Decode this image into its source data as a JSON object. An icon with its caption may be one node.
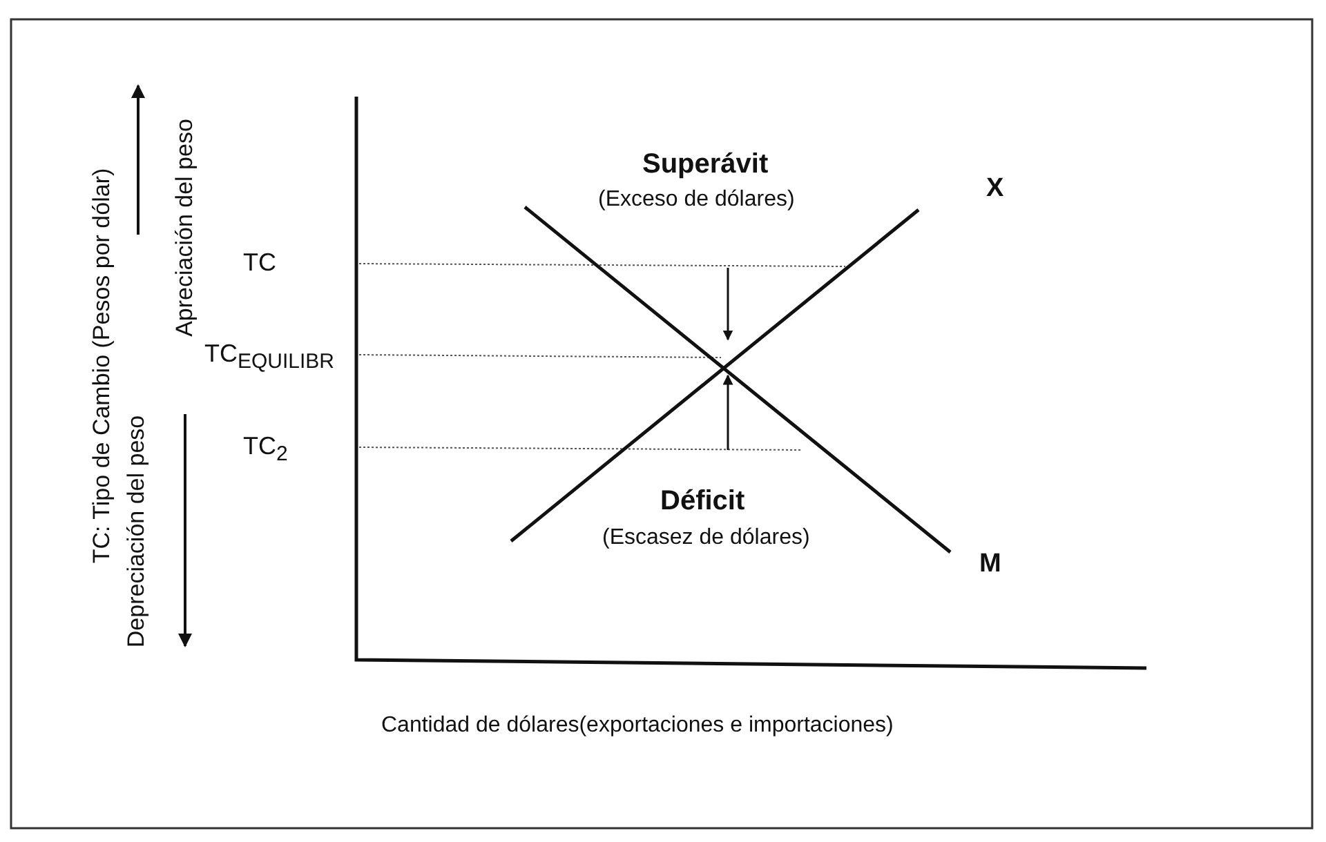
{
  "diagram": {
    "labels": [
      "TC: Tipo de Cambio (Pesos por dólar)",
      "Depreciación del peso",
      "Apreciación del peso",
      "TC",
      "TC$_{EQUILIBR}$",
      "TC$_{2}$",
      "Superávit",
      "(Exceso de dólares)",
      "X",
      "Déficit",
      "(Escasez de dólares)",
      "M",
      "Cantidad de dólares(exportaciones e importaciones)"
    ]
  }
}
